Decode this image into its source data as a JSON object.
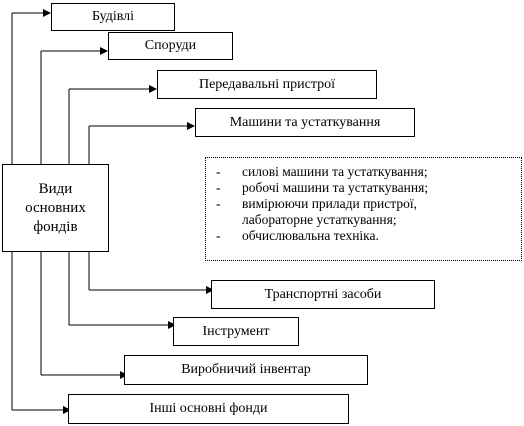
{
  "center": {
    "lines": [
      "Види",
      "основних",
      "фондів"
    ]
  },
  "boxes": {
    "buildings": "Будівлі",
    "structures": "Споруди",
    "transmission": "Передавальні пристрої",
    "machinery": "Машини та устаткування",
    "transport": "Транспортні засоби",
    "tools": "Інструмент",
    "inventory": "Виробничий інвентар",
    "other": "Інші основні фонди"
  },
  "machinery_details": [
    {
      "dash": "-",
      "text": "силові машини та устаткування;"
    },
    {
      "dash": "-",
      "text": "робочі машини та устаткування;"
    },
    {
      "dash": "-",
      "text": "вимірюючи прилади пристрої,"
    },
    {
      "dash": "",
      "text": "лабораторне устаткування;"
    },
    {
      "dash": "-",
      "text": "обчислювальна техніка."
    }
  ]
}
